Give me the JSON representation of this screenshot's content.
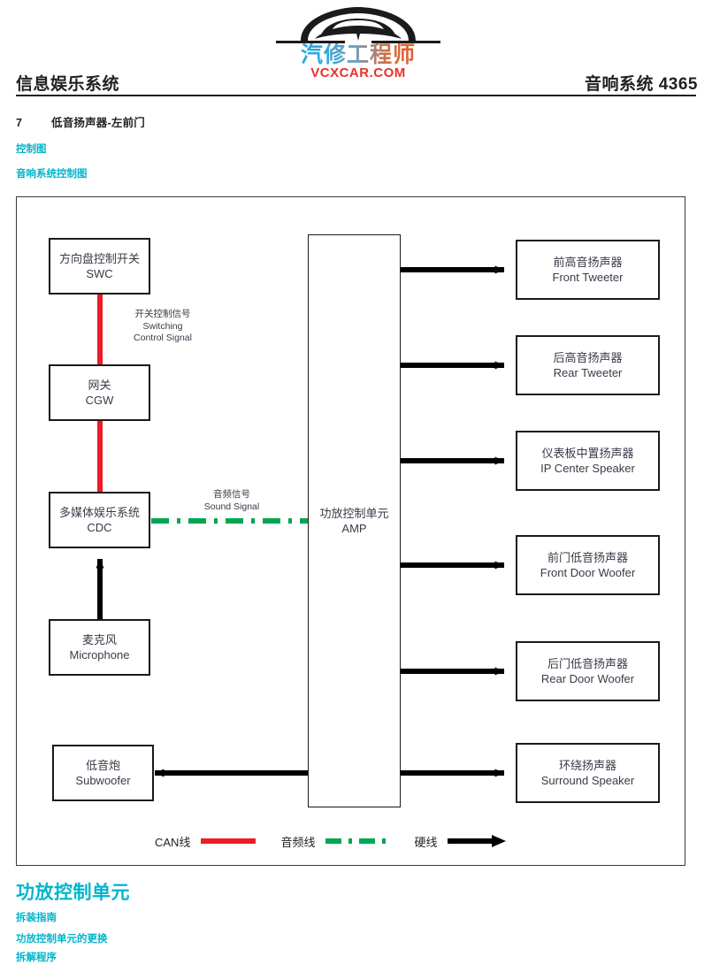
{
  "header": {
    "left_title": "信息娱乐系统",
    "right_title": "音响系统  4365",
    "logo": {
      "icon": "car-logo-icon",
      "chinese": "汽修工程师",
      "url": "VCXCAR.COM"
    }
  },
  "section": {
    "item_number": "7",
    "item_label": "低音扬声器-左前门",
    "heading_1": "控制图",
    "heading_2": "音响系统控制图"
  },
  "diagram": {
    "nodes": {
      "swc": {
        "cn": "方向盘控制开关",
        "en": "SWC"
      },
      "cgw": {
        "cn": "网关",
        "en": "CGW"
      },
      "cdc": {
        "cn": "多媒体娱乐系统",
        "en": "CDC"
      },
      "microphone": {
        "cn": "麦克风",
        "en": "Microphone"
      },
      "subwoofer": {
        "cn": "低音炮",
        "en": "Subwoofer"
      },
      "amp": {
        "cn": "功放控制单元",
        "en": "AMP"
      },
      "front_tweeter": {
        "cn": "前高音扬声器",
        "en": "Front Tweeter"
      },
      "rear_tweeter": {
        "cn": "后高音扬声器",
        "en": "Rear Tweeter"
      },
      "ip_center_speaker": {
        "cn": "仪表板中置扬声器",
        "en": "IP Center Speaker"
      },
      "front_door_woofer": {
        "cn": "前门低音扬声器",
        "en": "Front Door Woofer"
      },
      "rear_door_woofer": {
        "cn": "后门低音扬声器",
        "en": "Rear Door Woofer"
      },
      "surround_speaker": {
        "cn": "环绕扬声器",
        "en": "Surround Speaker"
      }
    },
    "edge_labels": {
      "switching_control": "开关控制信号\nSwitching\nControl Signal",
      "switching_control_cn": "开关控制信号",
      "switching_control_en1": "Switching",
      "switching_control_en2": "Control Signal",
      "sound_signal_cn": "音频信号",
      "sound_signal_en": "Sound Signal"
    },
    "legend": [
      {
        "label": "CAN线",
        "style": "solid-red",
        "color": "#ee1c25"
      },
      {
        "label": "音频线",
        "style": "dash-dot-green",
        "color": "#00a651"
      },
      {
        "label": "硬线",
        "style": "arrow-black",
        "color": "#000000"
      }
    ]
  },
  "footer": {
    "title": "功放控制单元",
    "line_1": "拆装指南",
    "line_2": "功放控制单元的更换",
    "line_3": "拆解程序"
  },
  "colors": {
    "accent_cyan": "#00b5cc",
    "can_red": "#ee1c25",
    "audio_green": "#00a651",
    "hardwire_black": "#000000",
    "text": "#231f20",
    "node_text": "#3a3a48"
  }
}
